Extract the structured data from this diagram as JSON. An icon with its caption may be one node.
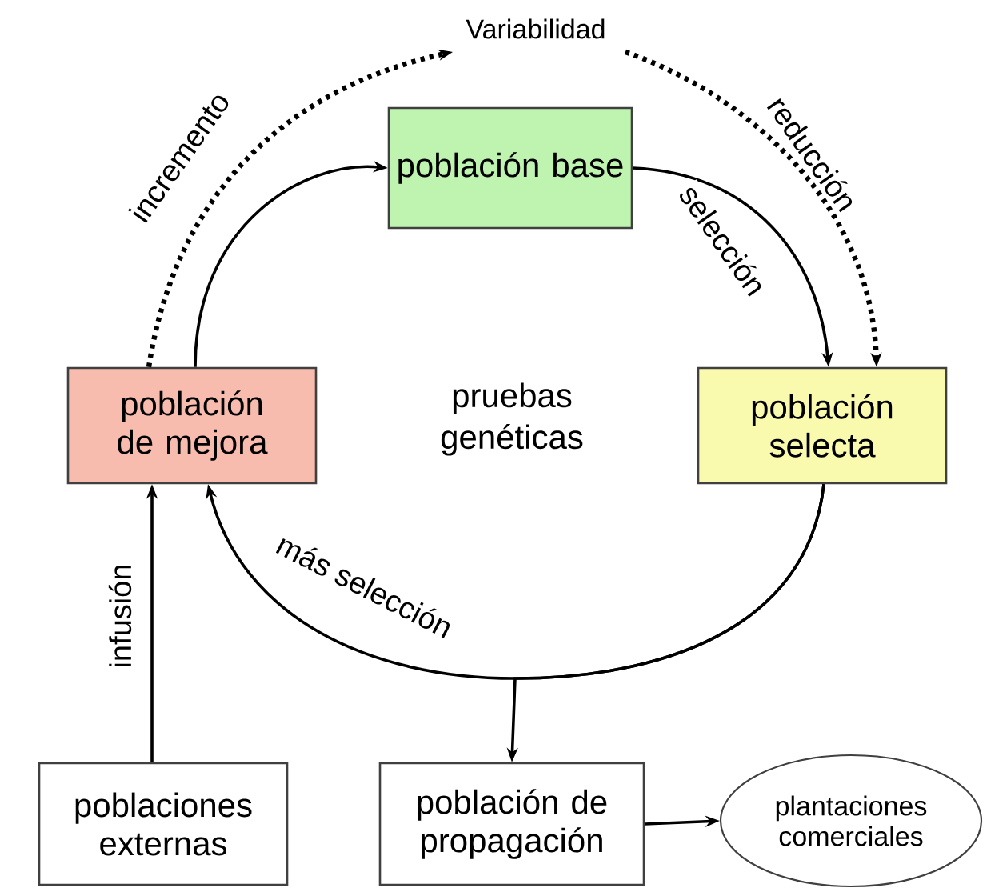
{
  "diagram": {
    "nodes": [
      {
        "text": [
          "Variabilidad"
        ]
      },
      {
        "text": [
          "población base"
        ]
      },
      {
        "text": [
          "población de mejora"
        ]
      },
      {
        "text": [
          "población selecta"
        ]
      },
      {
        "text": [
          "poblaciones externas"
        ]
      },
      {
        "text": [
          "población de propagación"
        ]
      },
      {
        "text": [
          "plantaciones comerciales"
        ]
      }
    ],
    "edges": [
      {
        "from": 2,
        "to": 1,
        "arrow": "to"
      },
      {
        "from": 1,
        "to": 3,
        "arrow": "to",
        "label": "selección"
      },
      {
        "from": 3,
        "to": 2,
        "arrow": "to",
        "label": "más selección"
      },
      {
        "from": 2,
        "to": 0,
        "arrow": "to",
        "label": "incremento",
        "style": "dashed"
      },
      {
        "from": 0,
        "to": 3,
        "arrow": "to",
        "label": "reducción",
        "style": "dashed"
      },
      {
        "from": 4,
        "to": 2,
        "arrow": "to",
        "label": "infusión"
      },
      {
        "from": 3,
        "to": 5,
        "arrow": "to"
      },
      {
        "from": 5,
        "to": 6,
        "arrow": "to"
      }
    ],
    "labels": [
      "pruebas genéticas"
    ]
  }
}
